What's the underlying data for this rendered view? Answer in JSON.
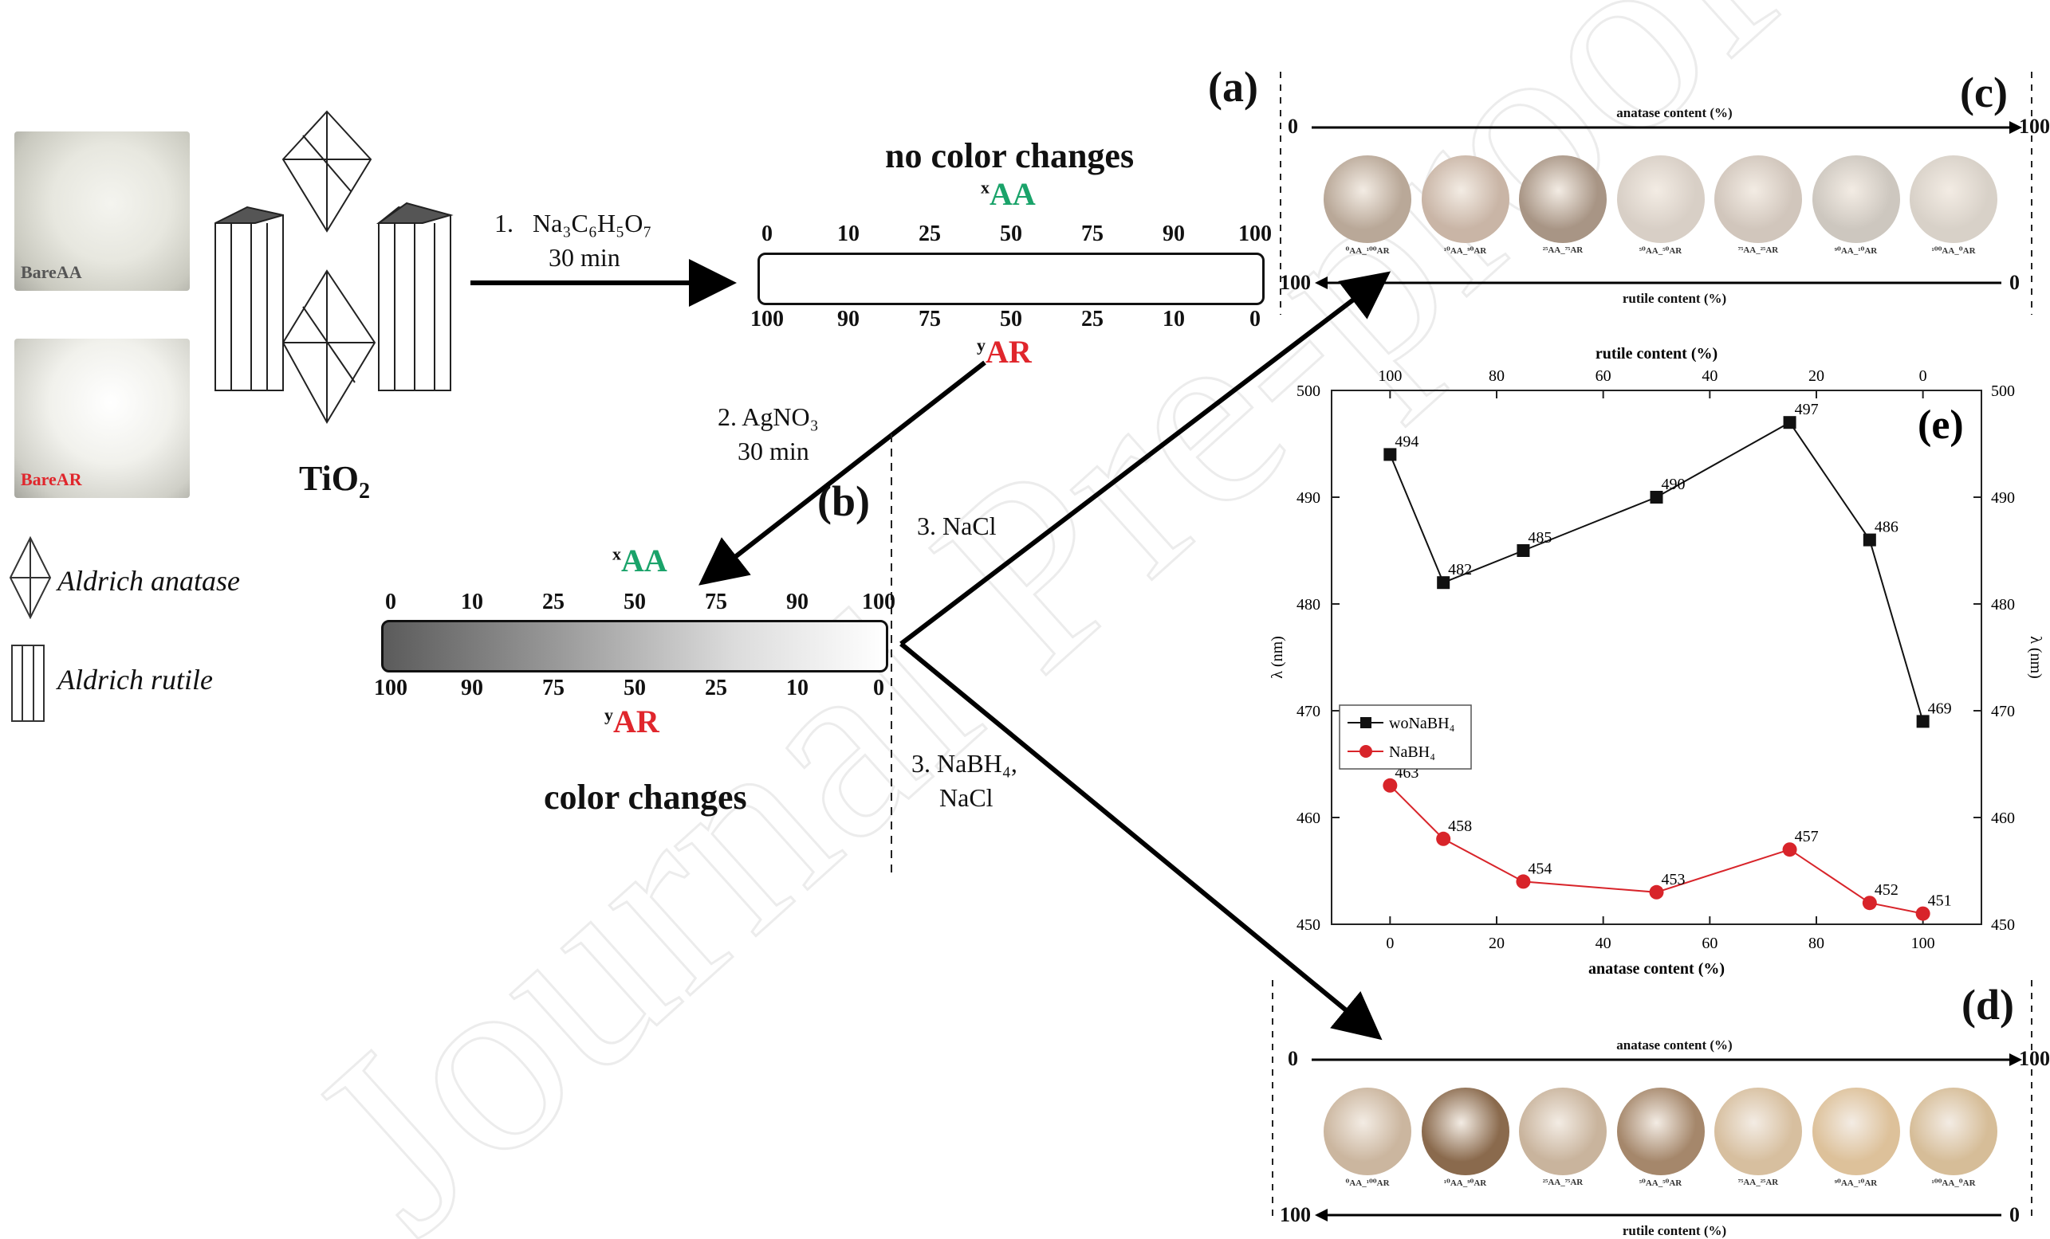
{
  "photos": {
    "bare_aa": "BareAA",
    "bare_ar": "BareAR"
  },
  "tio2_label": "TiO",
  "tio2_sub": "2",
  "legend": {
    "anatase": "Aldrich anatase",
    "rutile": "Aldrich rutile"
  },
  "steps": {
    "step1_num": "1.",
    "step1_reagent": "Na₃C₆H₅O₇",
    "step1_time": "30 min",
    "step2_reagent": "2. AgNO₃",
    "step2_time": "30 min",
    "step3a": "3. NaCl",
    "step3b_line1": "3. NaBH₄,",
    "step3b_line2": "NaCl"
  },
  "panels": {
    "a": "(a)",
    "b": "(b)",
    "c": "(c)",
    "d": "(d)",
    "e": "(e)"
  },
  "bar_a": {
    "title": "no color changes",
    "top_label_sup": "x",
    "top_label": "AA",
    "bottom_label_sup": "y",
    "bottom_label": "AR",
    "top_ticks": [
      "0",
      "10",
      "25",
      "50",
      "75",
      "90",
      "100"
    ],
    "bottom_ticks": [
      "100",
      "90",
      "75",
      "50",
      "25",
      "10",
      "0"
    ]
  },
  "bar_b": {
    "title": "color changes",
    "top_label_sup": "x",
    "top_label": "AA",
    "bottom_label_sup": "y",
    "bottom_label": "AR",
    "top_ticks": [
      "0",
      "10",
      "25",
      "50",
      "75",
      "90",
      "100"
    ],
    "bottom_ticks": [
      "100",
      "90",
      "75",
      "50",
      "25",
      "10",
      "0"
    ]
  },
  "strip_c": {
    "top_caption": "anatase content (%)",
    "bottom_caption": "rutile content (%)",
    "top_start": "0",
    "top_end": "100",
    "bottom_start": "100",
    "bottom_end": "0",
    "labels": [
      "⁰AA_¹⁰⁰AR",
      "¹⁰AA_⁹⁰AR",
      "²⁵AA_⁷⁵AR",
      "⁵⁰AA_⁵⁰AR",
      "⁷⁵AA_²⁵AR",
      "⁹⁰AA_¹⁰AR",
      "¹⁰⁰AA_⁰AR"
    ],
    "colors": [
      "#b9a898",
      "#c9b5a6",
      "#a89585",
      "#d8cfc6",
      "#d1c6bc",
      "#cdc7bf",
      "#d8d1c8"
    ]
  },
  "strip_d": {
    "top_caption": "anatase content (%)",
    "bottom_caption": "rutile content (%)",
    "top_start": "0",
    "top_end": "100",
    "bottom_start": "100",
    "bottom_end": "0",
    "labels": [
      "⁰AA_¹⁰⁰AR",
      "¹⁰AA_⁹⁰AR",
      "²⁵AA_⁷⁵AR",
      "⁵⁰AA_⁵⁰AR",
      "⁷⁵AA_²⁵AR",
      "⁹⁰AA_¹⁰AR",
      "¹⁰⁰AA_⁰AR"
    ],
    "colors": [
      "#cbb69f",
      "#8a6a4d",
      "#c9b49d",
      "#a5876b",
      "#d7bf9f",
      "#ddc19a",
      "#d6bd98"
    ]
  },
  "chart_data": {
    "type": "line",
    "panel": "(e)",
    "xlabel": "anatase content (%)",
    "x2label": "rutile content (%)",
    "ylabel": "λ (nm)",
    "xlim": [
      0,
      100
    ],
    "ylim": [
      450,
      500
    ],
    "x_ticks": [
      "0",
      "20",
      "40",
      "60",
      "80",
      "100"
    ],
    "x2_ticks": [
      "100",
      "80",
      "60",
      "40",
      "20",
      "0"
    ],
    "y_ticks": [
      "450",
      "460",
      "470",
      "480",
      "490",
      "500"
    ],
    "x": [
      0,
      10,
      25,
      50,
      75,
      90,
      100
    ],
    "series": [
      {
        "name": "woNaBH₄",
        "values": [
          494,
          482,
          485,
          490,
          497,
          486,
          469
        ],
        "color": "#111111",
        "marker": "square",
        "labels": [
          "494",
          "482",
          "485",
          "490",
          "497",
          "486",
          "469"
        ]
      },
      {
        "name": "NaBH₄",
        "values": [
          463,
          458,
          454,
          453,
          457,
          452,
          451
        ],
        "color": "#d8242a",
        "marker": "circle",
        "labels": [
          "463",
          "458",
          "454",
          "453",
          "457",
          "452",
          "451"
        ]
      }
    ],
    "legend_position": "center-left"
  },
  "colors": {
    "green": "#1aa36a",
    "red": "#e0262c",
    "watermark": "#f1f1f1"
  }
}
